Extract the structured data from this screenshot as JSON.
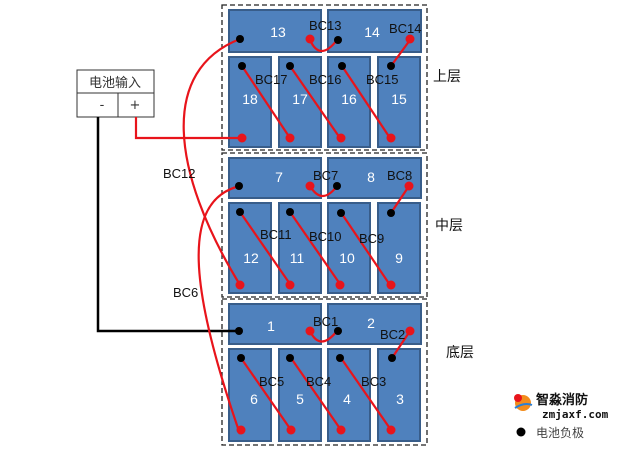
{
  "input_box": {
    "title": "电池输入",
    "minus": "-",
    "plus": "+"
  },
  "layers": {
    "top": "上层",
    "middle": "中层",
    "bottom": "底层"
  },
  "cells": {
    "c1": "1",
    "c2": "2",
    "c3": "3",
    "c4": "4",
    "c5": "5",
    "c6": "6",
    "c7": "7",
    "c8": "8",
    "c9": "9",
    "c10": "10",
    "c11": "11",
    "c12": "12",
    "c13": "13",
    "c14": "14",
    "c15": "15",
    "c16": "16",
    "c17": "17",
    "c18": "18"
  },
  "cables": {
    "bc1": "BC1",
    "bc2": "BC2",
    "bc3": "BC3",
    "bc4": "BC4",
    "bc5": "BC5",
    "bc6": "BC6",
    "bc7": "BC7",
    "bc8": "BC8",
    "bc9": "BC9",
    "bc10": "BC10",
    "bc11": "BC11",
    "bc12": "BC12",
    "bc13": "BC13",
    "bc14": "BC14",
    "bc15": "BC15",
    "bc16": "BC16",
    "bc17": "BC17"
  },
  "legend": {
    "negative": "电池负极"
  },
  "watermark": {
    "name": "智淼消防",
    "site": "zmjaxf.com"
  },
  "colors": {
    "cell": "#4f81bd",
    "wire_positive": "#e8141b",
    "wire_negative": "#000000"
  }
}
